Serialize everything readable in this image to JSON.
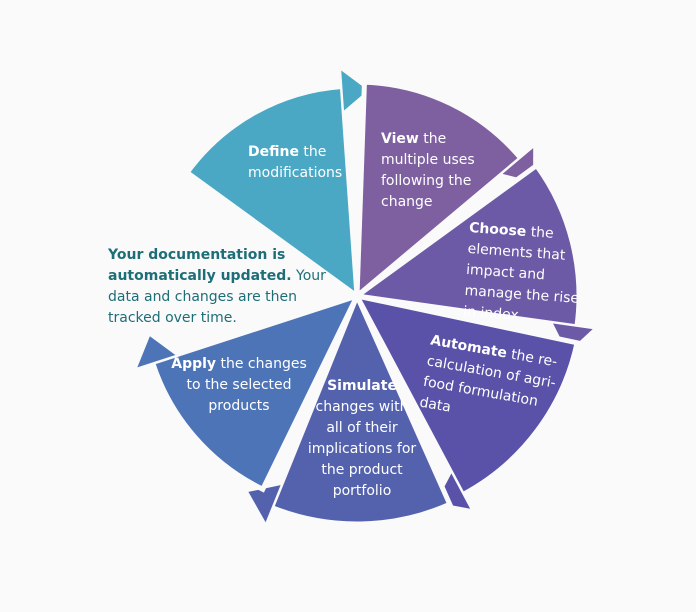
{
  "segments": [
    {
      "id": "define",
      "bold": "Define",
      "text": " the modifications",
      "color": "#4aa8c4"
    },
    {
      "id": "view",
      "bold": "View",
      "text": " the multiple uses following the change",
      "color": "#7e60a0"
    },
    {
      "id": "choose",
      "bold": "Choose",
      "text": " the elements that impact and manage the rise in index",
      "color": "#6c5aa6"
    },
    {
      "id": "automate",
      "bold": "Automate",
      "text": "  the re-calculation of agri-food formulation data",
      "color": "#5a52a8"
    },
    {
      "id": "simulate",
      "bold": "Simulate",
      "text": " changes with all of their implications for the product portfolio",
      "color": "#5462ae"
    },
    {
      "id": "apply",
      "bold": "Apply",
      "text": " the changes to the selected products",
      "color": "#4e74b8"
    }
  ],
  "note": {
    "bold": "Your documentation is automatically updated.",
    "text": "  Your data and changes are then tracked over time."
  }
}
